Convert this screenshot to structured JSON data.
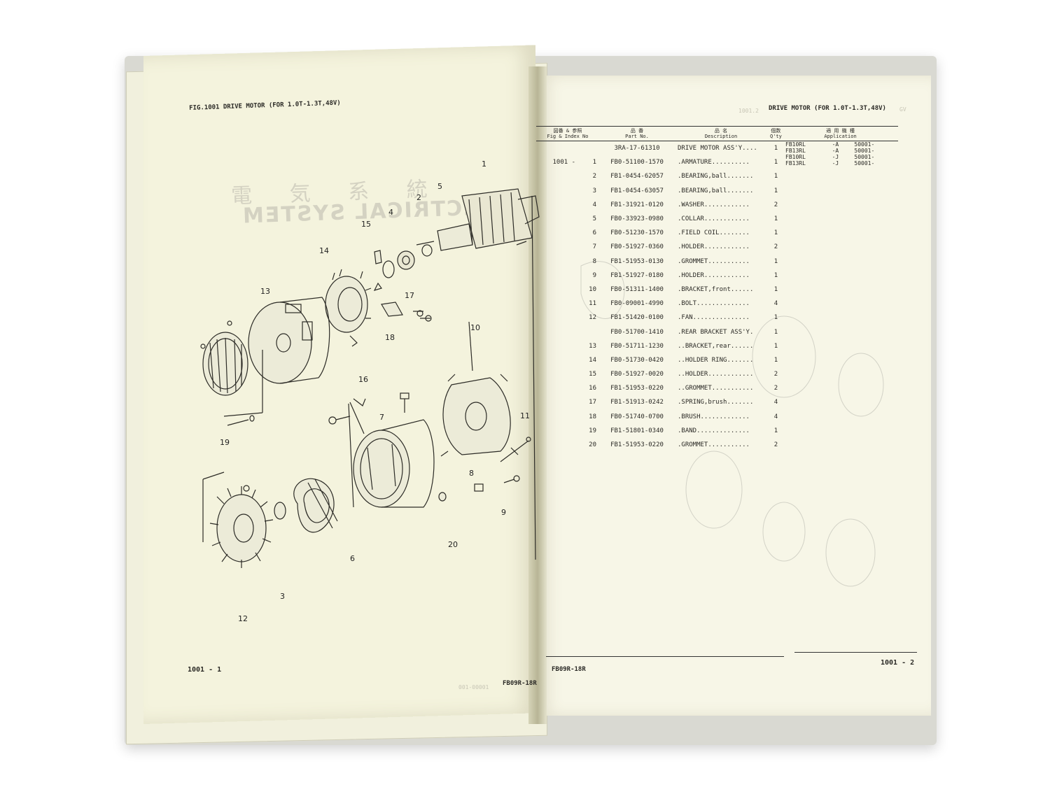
{
  "left_page": {
    "fig_title": "FIG.1001  DRIVE MOTOR (FOR 1.0T-1.3T,48V)",
    "ghost_heading_jp": "電 気 系 統",
    "ghost_heading_en": "ELECTRICAL SYSTEM",
    "page_number": "1001 - 1",
    "model": "FB09R-18R",
    "ghost_footer": "001-00001",
    "callouts": [
      "1",
      "2",
      "3",
      "4",
      "5",
      "6",
      "7",
      "8",
      "9",
      "10",
      "11",
      "12",
      "13",
      "14",
      "15",
      "16",
      "17",
      "18",
      "19",
      "20"
    ]
  },
  "right_page": {
    "header": "DRIVE MOTOR (FOR 1.0T-1.3T,48V)",
    "ghost_header_left": "1001.2",
    "ghost_header_right": "GV",
    "columns": {
      "fig_index_jp": "図番 & 参照",
      "fig_index_en": "Fig & Index No",
      "part_jp": "品 番",
      "part_en": "Part No.",
      "desc_jp": "品 名",
      "desc_en": "Description",
      "qty_jp": "個数",
      "qty_en": "Q'ty",
      "app_jp": "適 用 機 種",
      "app_en": "Application"
    },
    "rows": [
      {
        "fig": "",
        "no": "",
        "part": "3RA-17-61310",
        "desc": "DRIVE MOTOR ASS'Y....",
        "qty": "1"
      },
      {
        "fig": "1001 -",
        "no": "1",
        "part": "FB0-51100-1570",
        "desc": ".ARMATURE..........",
        "qty": "1"
      },
      {
        "fig": "",
        "no": "2",
        "part": "FB1-0454-62057",
        "desc": ".BEARING,ball.......",
        "qty": "1"
      },
      {
        "fig": "",
        "no": "3",
        "part": "FB1-0454-63057",
        "desc": ".BEARING,ball.......",
        "qty": "1"
      },
      {
        "fig": "",
        "no": "4",
        "part": "FB1-31921-0120",
        "desc": ".WASHER............",
        "qty": "2"
      },
      {
        "fig": "",
        "no": "5",
        "part": "FB0-33923-0980",
        "desc": ".COLLAR............",
        "qty": "1"
      },
      {
        "fig": "",
        "no": "6",
        "part": "FB0-51230-1570",
        "desc": ".FIELD COIL........",
        "qty": "1"
      },
      {
        "fig": "",
        "no": "7",
        "part": "FB0-51927-0360",
        "desc": ".HOLDER............",
        "qty": "2"
      },
      {
        "fig": "",
        "no": "8",
        "part": "FB1-51953-0130",
        "desc": ".GROMMET...........",
        "qty": "1"
      },
      {
        "fig": "",
        "no": "9",
        "part": "FB1-51927-0180",
        "desc": ".HOLDER............",
        "qty": "1"
      },
      {
        "fig": "",
        "no": "10",
        "part": "FB0-51311-1400",
        "desc": ".BRACKET,front......",
        "qty": "1"
      },
      {
        "fig": "",
        "no": "11",
        "part": "FB0-09001-4990",
        "desc": ".BOLT..............",
        "qty": "4"
      },
      {
        "fig": "",
        "no": "12",
        "part": "FB1-51420-0100",
        "desc": ".FAN...............",
        "qty": "1"
      },
      {
        "fig": "",
        "no": "",
        "part": "FB0-51700-1410",
        "desc": ".REAR BRACKET ASS'Y.",
        "qty": "1"
      },
      {
        "fig": "",
        "no": "13",
        "part": "FB0-51711-1230",
        "desc": "..BRACKET,rear......",
        "qty": "1"
      },
      {
        "fig": "",
        "no": "14",
        "part": "FB0-51730-0420",
        "desc": "..HOLDER RING.......",
        "qty": "1"
      },
      {
        "fig": "",
        "no": "15",
        "part": "FB0-51927-0020",
        "desc": "..HOLDER............",
        "qty": "2"
      },
      {
        "fig": "",
        "no": "16",
        "part": "FB1-51953-0220",
        "desc": "..GROMMET...........",
        "qty": "2"
      },
      {
        "fig": "",
        "no": "17",
        "part": "FB1-51913-0242",
        "desc": ".SPRING,brush.......",
        "qty": "4"
      },
      {
        "fig": "",
        "no": "18",
        "part": "FB0-51740-0700",
        "desc": ".BRUSH.............",
        "qty": "4"
      },
      {
        "fig": "",
        "no": "19",
        "part": "FB1-51801-0340",
        "desc": ".BAND..............",
        "qty": "1"
      },
      {
        "fig": "",
        "no": "20",
        "part": "FB1-51953-0220",
        "desc": ".GROMMET...........",
        "qty": "2"
      }
    ],
    "applications": [
      {
        "model": "FB10RL",
        "suffix": "-A",
        "serial": "50001-"
      },
      {
        "model": "FB13RL",
        "suffix": "-A",
        "serial": "50001-"
      },
      {
        "model": "FB10RL",
        "suffix": "-J",
        "serial": "50001-"
      },
      {
        "model": "FB13RL",
        "suffix": "-J",
        "serial": "50001-"
      }
    ],
    "page_number": "1001 - 2",
    "model": "FB09R-18R"
  }
}
